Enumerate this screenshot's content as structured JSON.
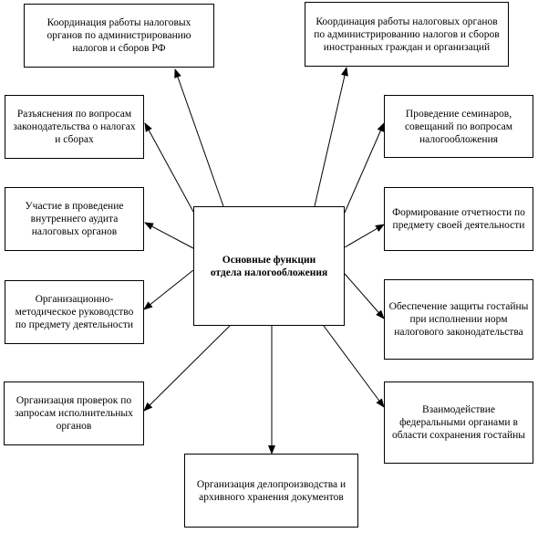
{
  "center": {
    "title": "Основные функции отдела налогообложения"
  },
  "functions": [
    {
      "id": "coord-rf",
      "text": "Координация работы налоговых органов по администрированию налогов и сборов РФ"
    },
    {
      "id": "coord-foreign",
      "text": "Координация работы налоговых органов по администрированию налогов и сборов иностранных граждан и организаций"
    },
    {
      "id": "explanations",
      "text": "Разъяснения по вопросам законодательства о налогах и сборах"
    },
    {
      "id": "seminars",
      "text": "Проведение семинаров, совещаний по вопросам налогообложения"
    },
    {
      "id": "audit",
      "text": "Участие в проведение внутреннего аудита налоговых органов"
    },
    {
      "id": "reporting",
      "text": "Формирование отчетности по предмету своей деятельности"
    },
    {
      "id": "methodology",
      "text": "Организационно-методическое руководство по предмету деятельности"
    },
    {
      "id": "state-secret",
      "text": "Обеспечение защиты гостайны при исполнении норм налогового законодательства"
    },
    {
      "id": "inspections",
      "text": "Организация проверок по запросам исполнительных органов"
    },
    {
      "id": "federal-cooperation",
      "text": "Взаимодействие федеральными органами в области сохранения гостайны"
    },
    {
      "id": "records",
      "text": "Организация делопроизводства и архивного хранения документов"
    }
  ]
}
